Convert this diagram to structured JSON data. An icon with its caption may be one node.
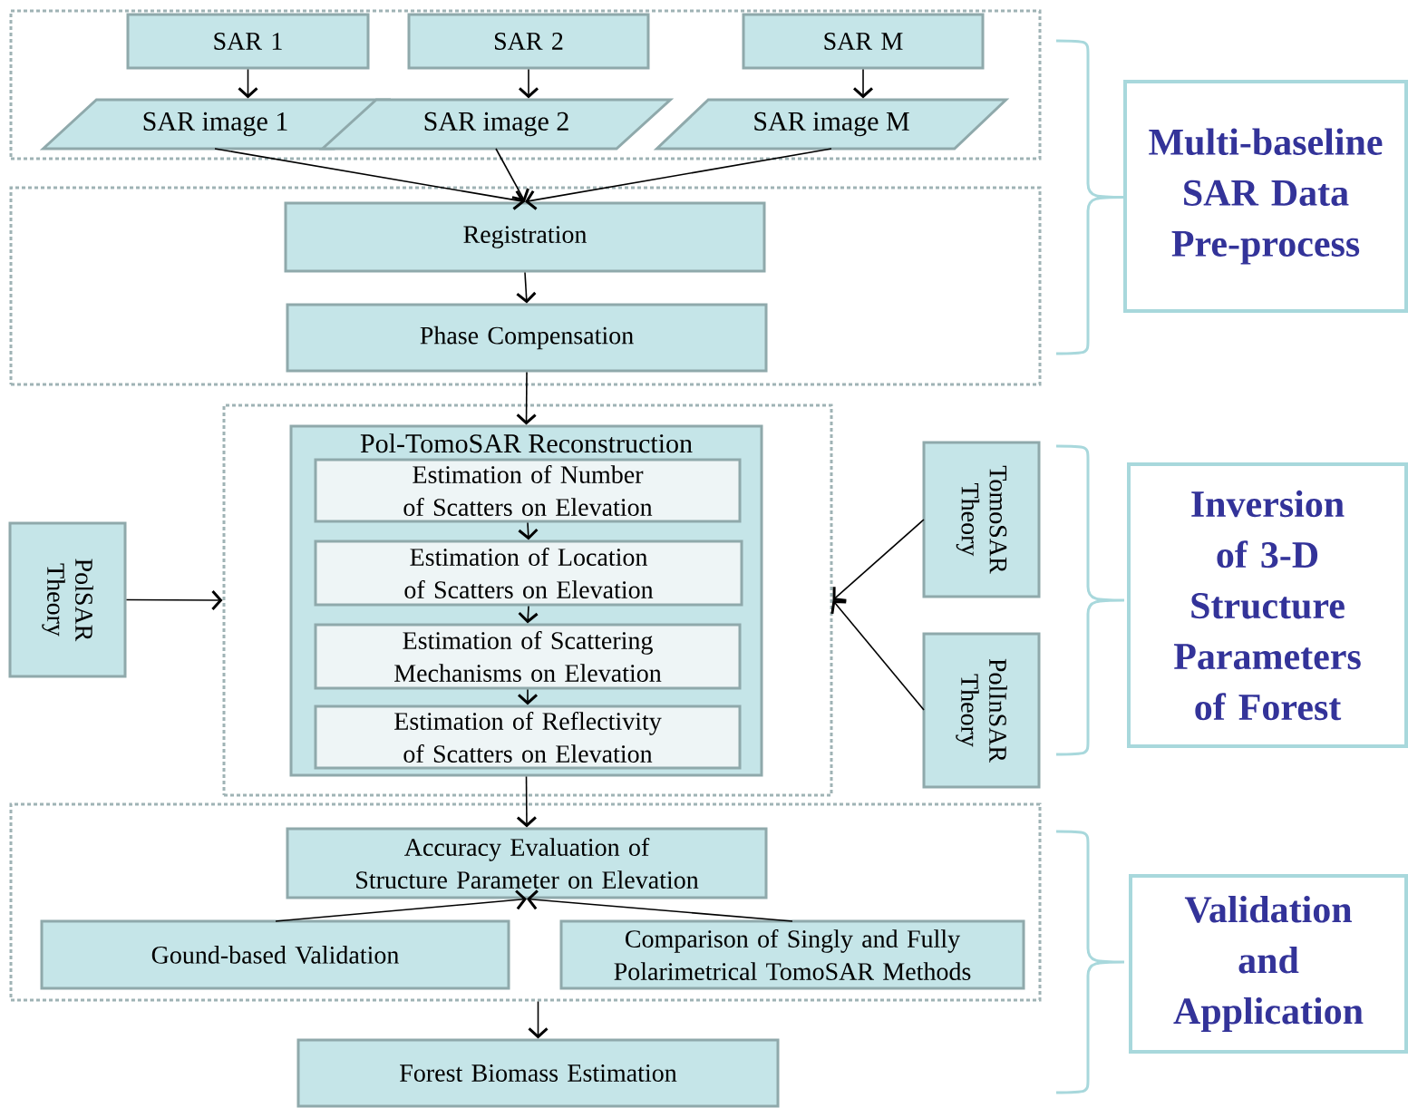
{
  "diagram": {
    "nodes": [
      {
        "text": [],
        "shape": "box"
      },
      {
        "text": [
          "SAR 1"
        ],
        "in": 0
      },
      {
        "text": [
          "SAR 2"
        ],
        "in": 0
      },
      {
        "text": [
          "SAR M"
        ],
        "in": 0
      },
      {
        "text": [
          "SAR image 1"
        ],
        "in": 0
      },
      {
        "text": [
          "SAR image 2"
        ],
        "in": 0
      },
      {
        "text": [
          "SAR image M"
        ],
        "in": 0
      },
      {
        "text": [],
        "shape": "box"
      },
      {
        "text": [
          "Registration"
        ],
        "in": 7
      },
      {
        "text": [
          "Phase Compensation"
        ],
        "in": 7
      },
      {
        "text": [],
        "shape": "box"
      },
      {
        "text": [
          "Pol-TomoSAR Reconstruction"
        ],
        "in": 10
      },
      {
        "text": [
          "Estimation of Number of Scatters on Elevation"
        ],
        "in": 11
      },
      {
        "text": [
          "Estimation of Location of Scatters on Elevation"
        ],
        "in": 11
      },
      {
        "text": [
          "Estimation of Scattering Mechanisms on Elevation"
        ],
        "in": 11
      },
      {
        "text": [
          "Estimation of Reflectivity of Scatters on Elevation"
        ],
        "in": 11
      },
      {
        "text": [
          "PolSAR Theory"
        ]
      },
      {
        "text": [
          "TomoSAR Theory"
        ]
      },
      {
        "text": [
          "PolInSAR Theory"
        ]
      },
      {
        "text": [],
        "shape": "box"
      },
      {
        "text": [
          "Accuracy Evaluation of Structure Parameter on Elevation"
        ],
        "in": 19
      },
      {
        "text": [
          "Gound-based Validation"
        ],
        "in": 19
      },
      {
        "text": [
          "Comparison of Singly and Fully Polarimetrical TomoSAR Methods"
        ],
        "in": 19
      },
      {
        "text": [
          "Forest Biomass Estimation"
        ]
      },
      {
        "text": [
          "Multi-baseline SAR Data Pre-process"
        ]
      },
      {
        "text": [
          "Inversion of 3-D Structure Parameters of Forest"
        ]
      },
      {
        "text": [
          "Validation and Application"
        ]
      }
    ],
    "edges": [
      {
        "from": 1,
        "to": 4,
        "arrow": "to"
      },
      {
        "from": 2,
        "to": 5,
        "arrow": "to"
      },
      {
        "from": 3,
        "to": 6,
        "arrow": "to"
      },
      {
        "from": 4,
        "to": 8,
        "arrow": "to"
      },
      {
        "from": 5,
        "to": 8,
        "arrow": "to"
      },
      {
        "from": 6,
        "to": 8,
        "arrow": "to"
      },
      {
        "from": 8,
        "to": 9,
        "arrow": "to"
      },
      {
        "from": 9,
        "to": 11,
        "arrow": "to"
      },
      {
        "from": 12,
        "to": 13,
        "arrow": "to"
      },
      {
        "from": 13,
        "to": 14,
        "arrow": "to"
      },
      {
        "from": 14,
        "to": 15,
        "arrow": "to"
      },
      {
        "from": 16,
        "to": 10,
        "arrow": "to"
      },
      {
        "from": 17,
        "to": 10,
        "arrow": "to"
      },
      {
        "from": 18,
        "to": 10,
        "arrow": "to"
      },
      {
        "from": 11,
        "to": 20,
        "arrow": "to"
      },
      {
        "from": 21,
        "to": 20,
        "arrow": "to"
      },
      {
        "from": 22,
        "to": 20,
        "arrow": "to"
      },
      {
        "from": 19,
        "to": 23,
        "arrow": "to"
      }
    ]
  }
}
